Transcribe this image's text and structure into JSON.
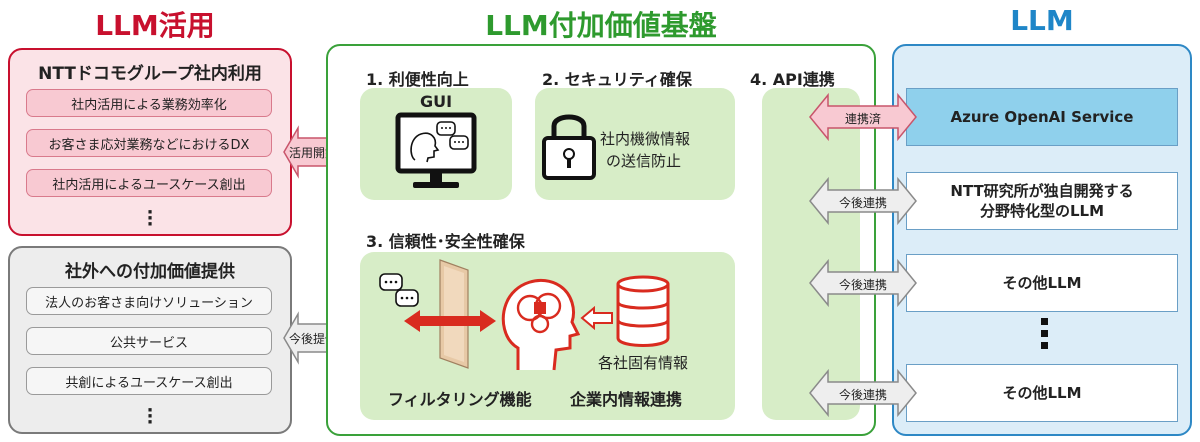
{
  "headings": {
    "left": "LLM活用",
    "middle": "LLM付加価値基盤",
    "right": "LLM"
  },
  "colors": {
    "red": "#c8102e",
    "green": "#3aa13a",
    "blue": "#2e88c5"
  },
  "internal": {
    "title": "NTTドコモグループ社内利用",
    "items": [
      "社内活用による業務効率化",
      "お客さま応対業務などにおけるDX",
      "社内活用によるユースケース創出"
    ],
    "more": "⋮"
  },
  "external": {
    "title": "社外への付加価値提供",
    "items": [
      "法人のお客さま向けソリューション",
      "公共サービス",
      "共創によるユースケース創出"
    ],
    "more": "⋮"
  },
  "arrows": {
    "internal": "活用開始",
    "external": "今後提供",
    "azure": "連携済",
    "future1": "今後連携",
    "future2": "今後連携",
    "future3": "今後連携"
  },
  "platform": {
    "s1_title": "1. 利便性向上",
    "s1_gui": "GUI",
    "s2_title": "2. セキュリティ確保",
    "s2_text": [
      "社内機微情報",
      "の送信防止"
    ],
    "s3_title": "3. 信頼性･安全性確保",
    "s3_filter": "フィルタリング機能",
    "s3_enterprise": "企業内情報連携",
    "s3_db": "各社固有情報",
    "s4_title": "4. API連携"
  },
  "llms": {
    "azure": "Azure OpenAI Service",
    "ntt": [
      "NTT研究所が独自開発する",
      "分野特化型のLLM"
    ],
    "other1": "その他LLM",
    "other2": "その他LLM",
    "more": "⋮"
  },
  "icons": [
    "monitor-icon",
    "brain-head-icon",
    "chat-bubbles-icon",
    "padlock-icon",
    "filter-wall-icon",
    "database-icon",
    "double-arrow-icon"
  ]
}
